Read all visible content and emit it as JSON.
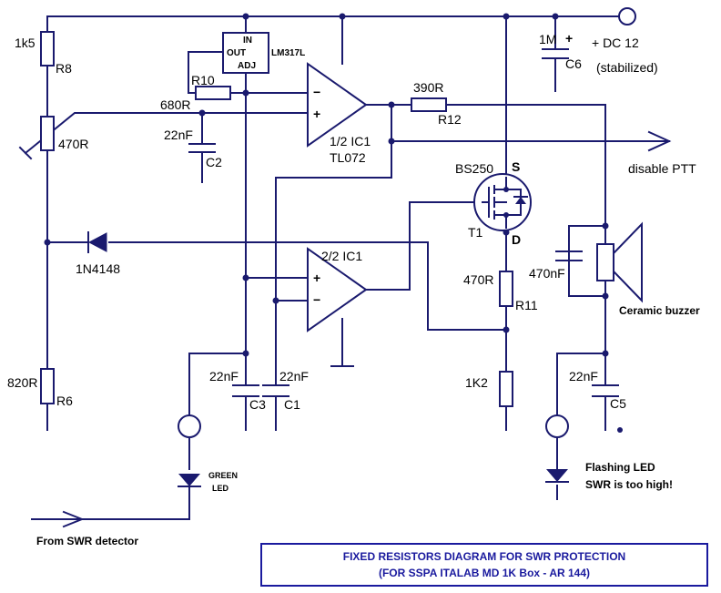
{
  "labels": {
    "r8_value": "1k5",
    "r8_name": "R8",
    "pot_value": "470R",
    "r6_value": "820R",
    "r6_name": "R6",
    "diode_name": "1N4148",
    "r10_name": "R10",
    "r10_value": "680R",
    "reg_in": "IN",
    "reg_out": "OUT",
    "reg_adj": "ADJ",
    "reg_name": "LM317L",
    "c2_value": "22nF",
    "c2_name": "C2",
    "op1_minus": "−",
    "op1_plus": "+",
    "op1_name": "1/2 IC1",
    "op1_type": "TL072",
    "op2_name": "2/2 IC1",
    "op2_plus": "+",
    "op2_minus": "−",
    "r12_value": "390R",
    "r12_name": "R12",
    "disable_ptt": "disable PTT",
    "fet_name": "BS250",
    "fet_s": "S",
    "fet_d": "D",
    "fet_ref": "T1",
    "r11_value": "470R",
    "r11_name": "R11",
    "r_1k2": "1K2",
    "c6_value": "1M",
    "c6_plus": "+",
    "c6_name": "C6",
    "dc_label": "+ DC  12",
    "stabilized": "(stabilized)",
    "buzzer_cap": "470nF",
    "buzzer_name": "Ceramic buzzer",
    "c3_value": "22nF",
    "c3_name": "C3",
    "c1_value": "22nF",
    "c1_name": "C1",
    "c5_value": "22nF",
    "c5_name": "C5",
    "green_led_1": "GREEN",
    "green_led_2": "LED",
    "flash_led_1": "Flashing LED",
    "flash_led_2": "SWR is too high!",
    "from_swr": "From SWR detector",
    "title_1": "FIXED RESISTORS DIAGRAM FOR SWR PROTECTION",
    "title_2": "(FOR SSPA ITALAB MD 1K Box - AR 144)"
  },
  "colors": {
    "wire": "#1a1a6e",
    "title_text": "#1a1a9e",
    "background": "#ffffff"
  }
}
